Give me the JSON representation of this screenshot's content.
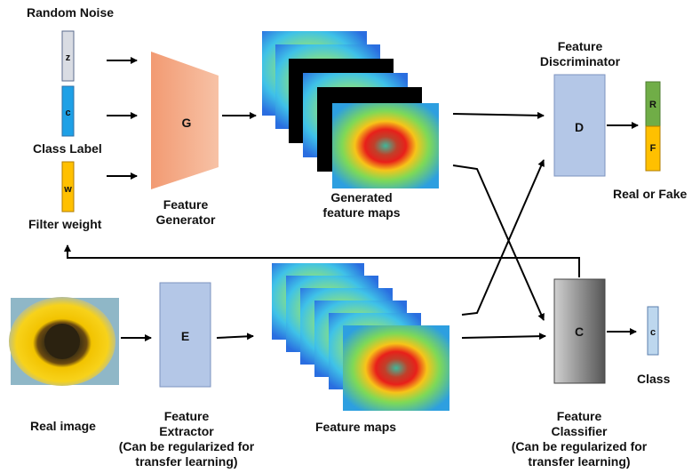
{
  "labels": {
    "random_noise": "Random Noise",
    "class_label": "Class Label",
    "filter_weight": "Filter weight",
    "feature_generator": [
      "Feature",
      "Generator"
    ],
    "generated_maps": [
      "Generated",
      "feature maps"
    ],
    "feature_discriminator": [
      "Feature",
      "Discriminator"
    ],
    "real_or_fake": "Real or Fake",
    "real_image": "Real image",
    "feature_extractor": [
      "Feature",
      "Extractor",
      "(Can be regularized for",
      "transfer learning)"
    ],
    "feature_maps": "Feature maps",
    "feature_classifier": [
      "Feature",
      "Classifier",
      "(Can be regularized for",
      "transfer learning)"
    ],
    "class": "Class"
  },
  "boxes": {
    "z": "z",
    "c": "c",
    "w": "w",
    "G": "G",
    "D": "D",
    "R": "R",
    "F": "F",
    "E": "E",
    "C": "C",
    "c_out": "c"
  },
  "colors": {
    "z_box": "#d9dce3",
    "c_box": "#1ea0e6",
    "w_box": "#ffc000",
    "generator": "#f4a07c",
    "discriminator": "#b4c7e7",
    "extractor": "#b4c7e7",
    "classifier_dark": "#5a5a5a",
    "classifier_light": "#c0c0c0",
    "real_box": "#70ad47",
    "fake_box": "#ffc000",
    "class_box": "#bdd7ee"
  }
}
